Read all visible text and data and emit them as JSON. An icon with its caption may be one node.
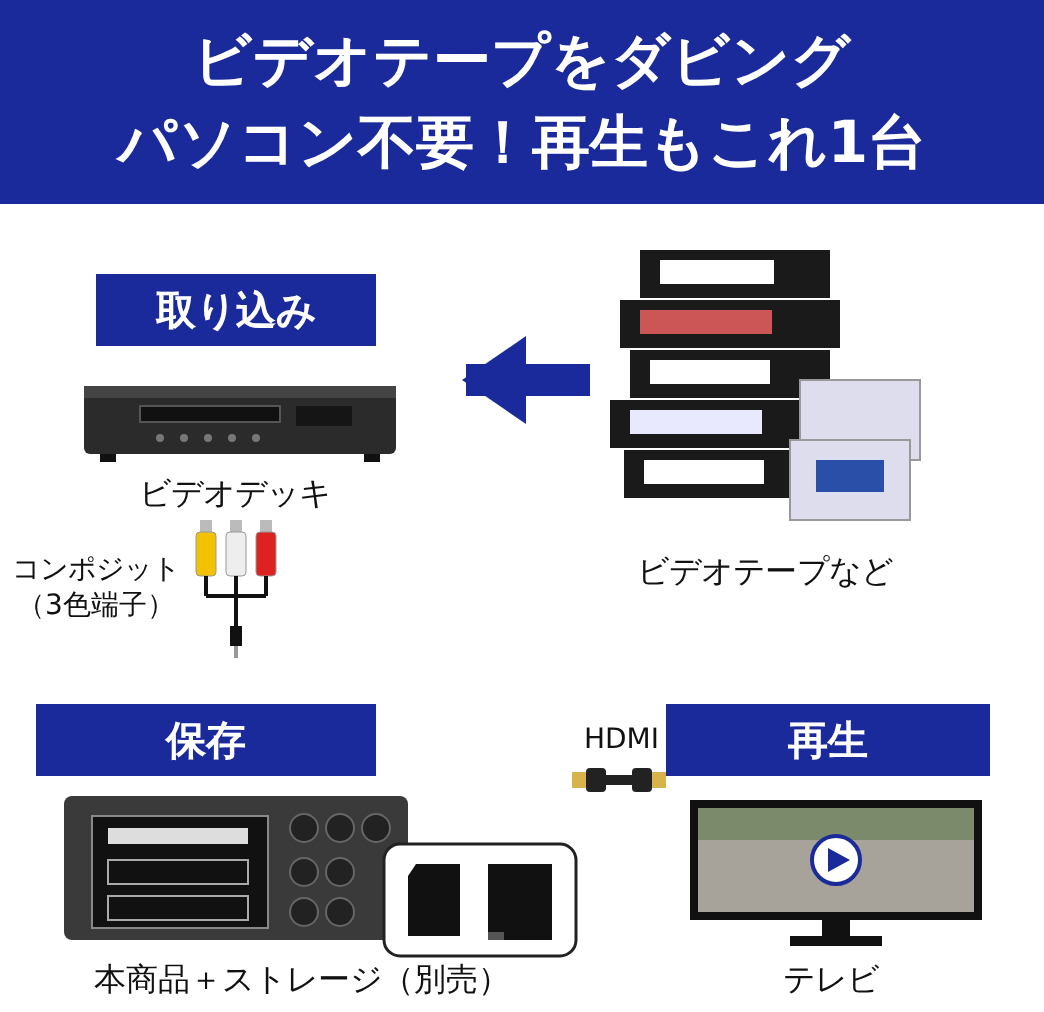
{
  "diagram": {
    "title": "ビデオテープをダビング",
    "nodes": [
      {
        "text": [
          "取り込み",
          "ビデオデッキ"
        ]
      },
      {
        "text": [
          "ビデオテープなど"
        ]
      },
      {
        "text": [
          "保存",
          "本商品＋ストレージ（別売）"
        ]
      },
      {
        "text": [
          "再生",
          "テレビ"
        ]
      }
    ],
    "edges": [
      {
        "from": 1,
        "to": 0,
        "arrow": "to",
        "style": "thick"
      },
      {
        "from": 2,
        "to": 3,
        "arrow": "other",
        "label": "HDMI",
        "color": "#222222"
      }
    ],
    "labels": [
      "パソコン不要！再生もこれ1台",
      "コンポジット（3色端子）"
    ]
  }
}
